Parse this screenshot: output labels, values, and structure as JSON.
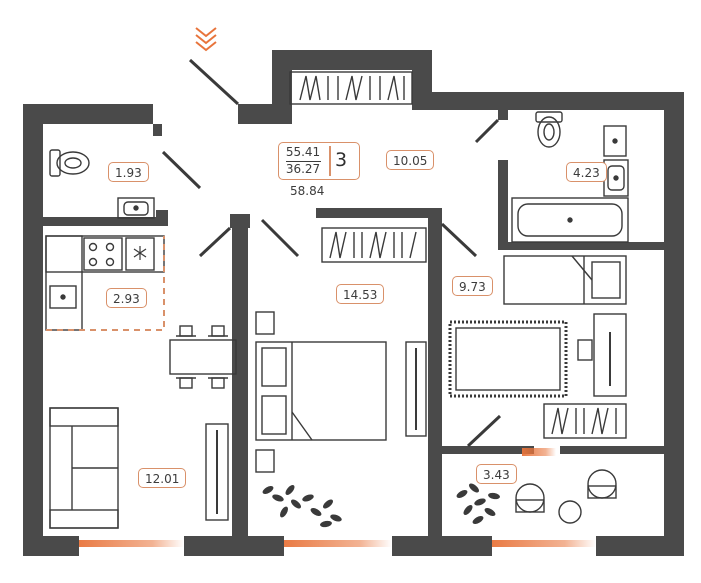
{
  "plan": {
    "summary": {
      "total_area": "55.41",
      "living_area": "36.27",
      "rooms": "3",
      "secondary_area": "58.84"
    },
    "rooms": {
      "bathroom_small": "1.93",
      "corridor": "10.05",
      "bathroom": "4.23",
      "kitchen": "2.93",
      "bedroom": "14.53",
      "children_room": "9.73",
      "living_room": "12.01",
      "balcony": "3.43"
    },
    "colors": {
      "wall": "#4a4a4a",
      "accent": "#e8743b",
      "label_border": "#d9916a"
    },
    "icons": [
      "entrance-chevron-icon",
      "snowflake-icon"
    ]
  }
}
